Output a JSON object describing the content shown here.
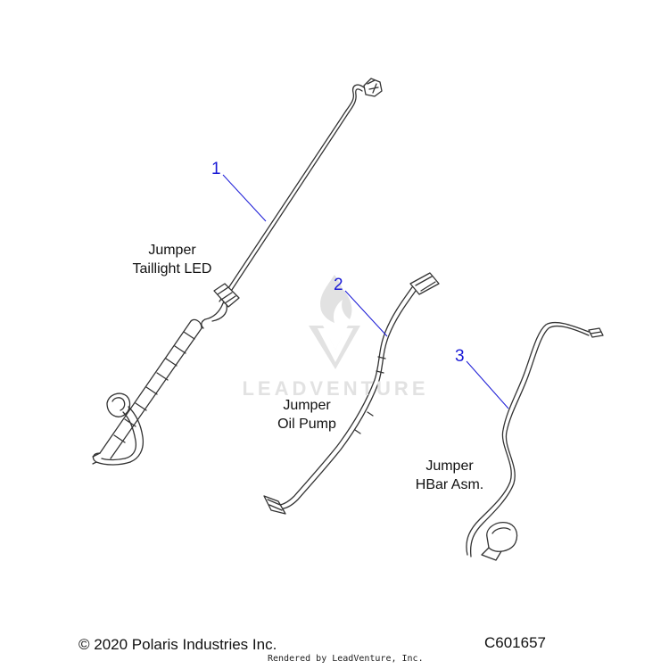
{
  "colors": {
    "callout": "#1a1ad6",
    "line_art": "#333333",
    "watermark": "#e2e2e2"
  },
  "watermark": {
    "text": "LEADVENTURE",
    "icon": "flame-v-logo-icon"
  },
  "parts": [
    {
      "number": "1",
      "label_lines": [
        "Jumper",
        "Taillight LED"
      ]
    },
    {
      "number": "2",
      "label_lines": [
        "Jumper",
        "Oil Pump"
      ]
    },
    {
      "number": "3",
      "label_lines": [
        "Jumper",
        "HBar Asm."
      ]
    }
  ],
  "footer": {
    "copyright": "© 2020 Polaris Industries Inc.",
    "rendered_by": "Rendered by LeadVenture, Inc.",
    "diagram_code": "C601657"
  }
}
